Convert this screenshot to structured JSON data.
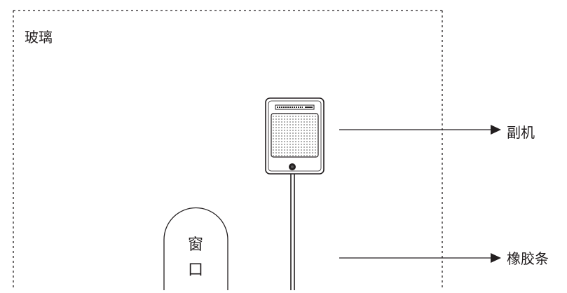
{
  "labels": {
    "glass": "玻璃",
    "sub_unit": "副机",
    "rubber_strip": "橡胶条"
  },
  "window_label": {
    "char1": "窗",
    "char2": "口"
  },
  "colors": {
    "line": "#231f20",
    "device_grille": "#8a8a8a",
    "background": "#ffffff"
  },
  "icons": {
    "device": "intercom-sub-unit-icon"
  }
}
